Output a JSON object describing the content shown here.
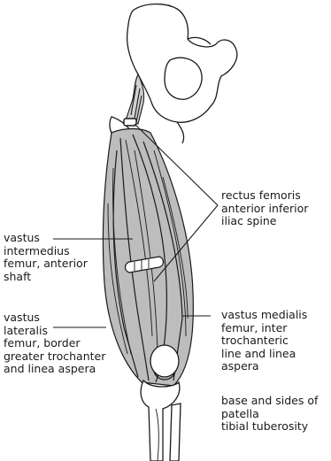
{
  "labels": {
    "rectus_femoris": {
      "name": "rectus femoris",
      "origin": "anterior inferior",
      "origin_2": "iliac spine"
    },
    "vastus_intermedius": {
      "name": "vastus",
      "name_2": "intermedius",
      "attachment": "femur, anterior",
      "attachment_2": "shaft"
    },
    "vastus_lateralis": {
      "name": "vastus",
      "name_2": "lateralis",
      "attachment": "femur, border",
      "attachment_2": "greater trochanter",
      "attachment_3": "and linea aspera"
    },
    "vastus_medialis": {
      "name": "vastus medialis",
      "attachment": "femur, inter",
      "attachment_2": "trochanteric",
      "attachment_3": "line and linea",
      "attachment_4": "aspera"
    },
    "insertion": {
      "line_1": "base and sides of",
      "line_2": "patella",
      "line_3": "tibial tuberosity"
    }
  },
  "colors": {
    "line": "#1a1a1a",
    "muscle_fill": "#9a9a9a",
    "muscle_fill_light": "#c4c4c4",
    "bone_fill": "#ffffff"
  }
}
